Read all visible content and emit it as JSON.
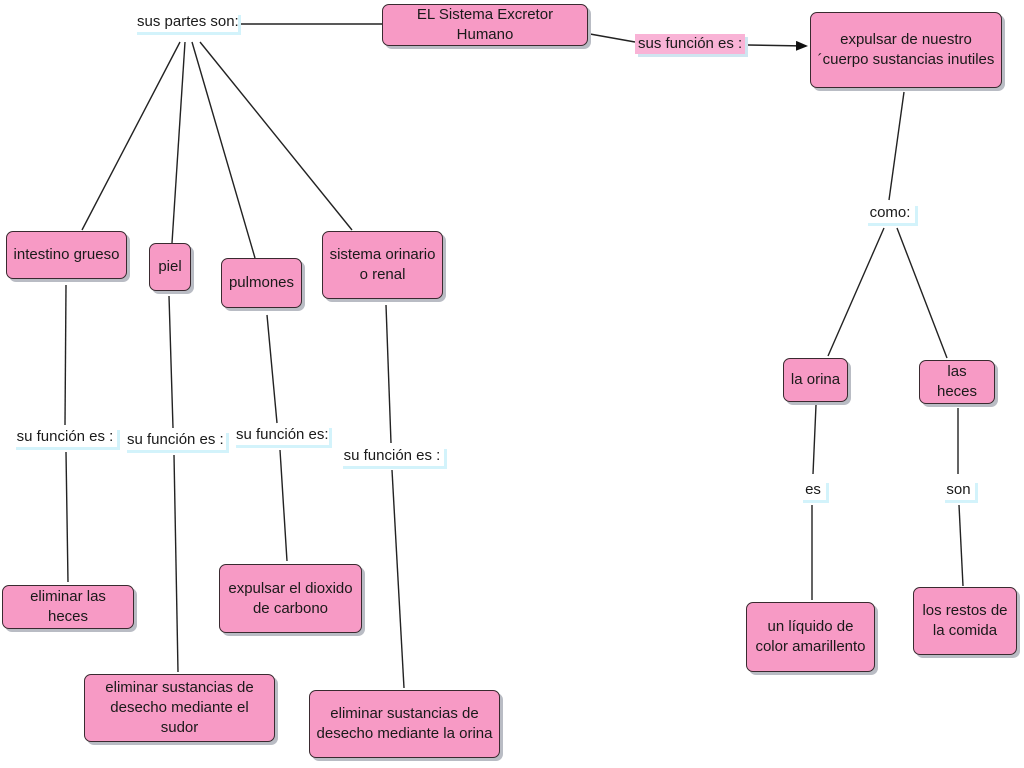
{
  "diagram": {
    "root": "EL Sistema Excretor Humano",
    "parts_label": "sus partes son:",
    "main_function_label": "sus función es :",
    "main_function": "expulsar de nuestro\n´cuerpo sustancias inutiles",
    "examples_label": "como:",
    "parts": [
      {
        "name": "intestino grueso",
        "function_label": "su función es :",
        "function": "eliminar las heces"
      },
      {
        "name": "piel",
        "function_label": "su función es :",
        "function": "eliminar sustancias de\ndesecho mediante el sudor"
      },
      {
        "name": "pulmones",
        "function_label": "su función es:",
        "function": "expulsar el dioxido\nde carbono"
      },
      {
        "name": "sistema orinario\no renal",
        "function_label": "su función es :",
        "function": "eliminar sustancias de\ndesecho mediante la orina"
      }
    ],
    "examples": [
      {
        "name": "la orina",
        "link_label": "es",
        "detail": "un líquido de\ncolor amarillento"
      },
      {
        "name": "las heces",
        "link_label": "son",
        "detail": "los restos de\nla comida"
      }
    ]
  }
}
